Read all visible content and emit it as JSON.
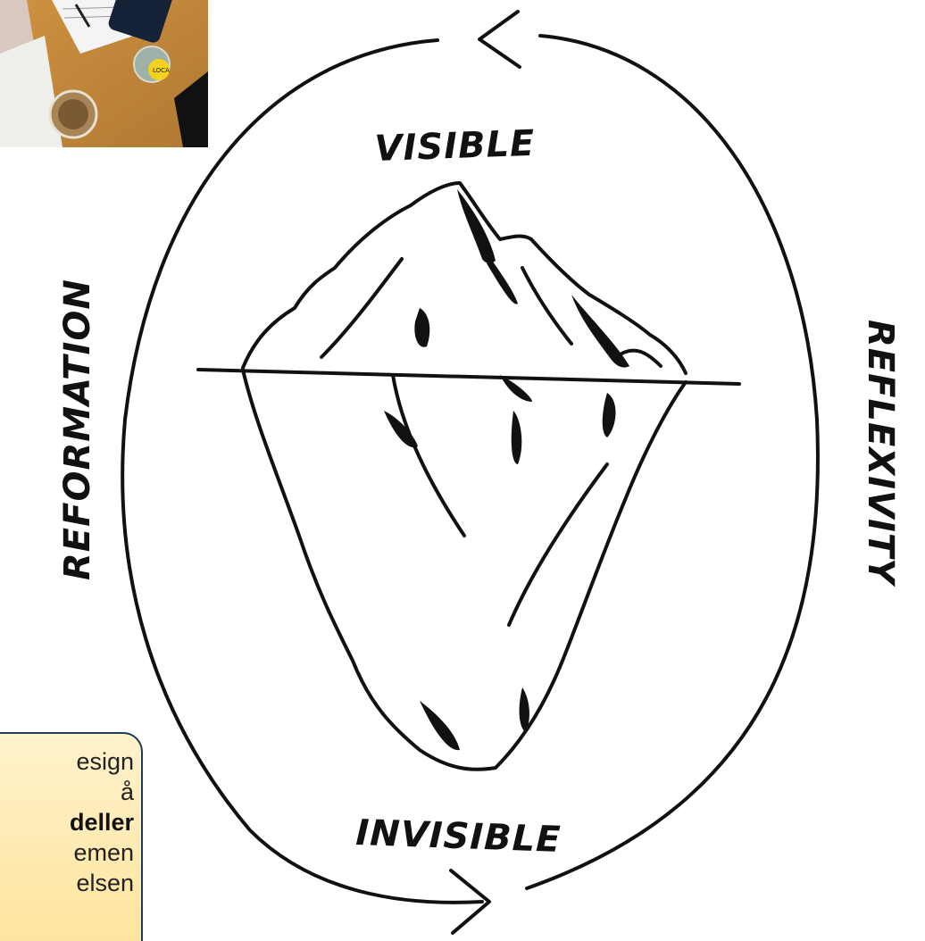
{
  "diagram": {
    "labels": {
      "top": "VISIBLE",
      "bottom": "INVISIBLE",
      "left": "REFORMATION",
      "right": "REFLEXIVITY"
    }
  },
  "callout": {
    "lines": [
      "esign",
      "å",
      "deller",
      "emen",
      "elsen"
    ]
  },
  "photo": {
    "sticker_text": "LOCA"
  },
  "colors": {
    "ink": "#111111",
    "callout_fill": "#ffe39a",
    "callout_border": "#1f3b57",
    "photo_table": "#c08a3c"
  }
}
